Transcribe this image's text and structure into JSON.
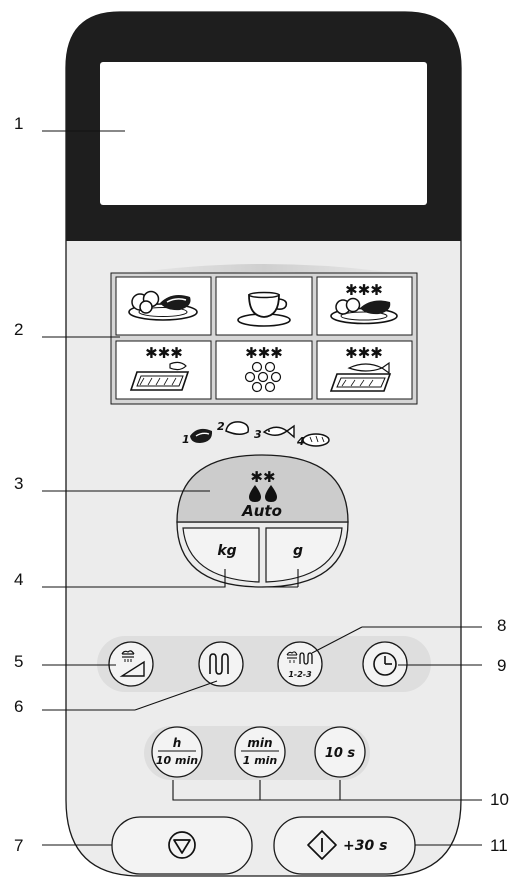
{
  "colors": {
    "panel": "#ececec",
    "display_frame": "#1e1e1e",
    "outline": "#1a1a1a",
    "auto_fill": "#cccccc",
    "button_fill": "#f3f3f3",
    "food_grid_shade": "#d6d6d6"
  },
  "callouts": [
    "1",
    "2",
    "3",
    "4",
    "5",
    "6",
    "7",
    "8",
    "9",
    "10",
    "11"
  ],
  "weight_categories": {
    "n1": "1",
    "n2": "2",
    "n3": "3",
    "n4": "4",
    "icons": [
      "meat-icon",
      "poultry-icon",
      "fish-icon",
      "bread-icon"
    ]
  },
  "food_programs": {
    "icons": [
      "plated-meal-icon",
      "cup-icon",
      "frozen-plated-meal-icon",
      "frozen-gratin-dish-icon",
      "frozen-dumplings-icon",
      "frozen-fish-dish-icon"
    ],
    "stars": "✱✱✱"
  },
  "auto": {
    "label": "Auto",
    "icon": "defrost-drops-icon",
    "stars": "✱✱"
  },
  "weight_buttons": {
    "kg": "kg",
    "g": "g"
  },
  "function_buttons": {
    "grill_power_icon": "grill-power-icon",
    "microwave_icon": "microwave-icon",
    "combi_label": "1-2-3",
    "clock_icon": "clock-icon"
  },
  "time_buttons": {
    "hour_top": "h",
    "hour_bottom": "10 min",
    "min_top": "min",
    "min_bottom": "1 min",
    "sec": "10 s"
  },
  "bottom_buttons": {
    "stop_icon": "stop-icon",
    "start_label": "+30 s",
    "start_icon": "start-icon"
  }
}
